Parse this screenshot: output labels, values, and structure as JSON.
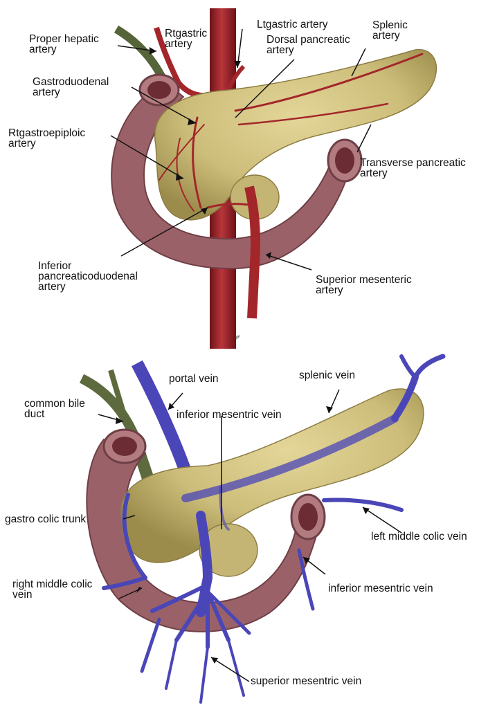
{
  "top_panel": {
    "labels": {
      "proper_hepatic": "Proper hepatic\nartery",
      "rt_gastric": "Rtgastric\nartery",
      "lt_gastric": "Ltgastric artery",
      "dorsal_pancreatic": "Dorsal pancreatic\nartery",
      "splenic_artery": "Splenic\nartery",
      "gastroduodenal": "Gastroduodenal\nartery",
      "rt_gastroepiploic": "Rtgastroepiploic\nartery",
      "transverse_pancreatic": "Transverse pancreatic\nartery",
      "inferior_pancreaticoduodenal": "Inferior\npancreaticoduodenal\nartery",
      "superior_mesenteric_artery": "Superior mesenteric\nartery"
    }
  },
  "bottom_panel": {
    "labels": {
      "portal_vein": "portal vein",
      "common_bile_duct": "common bile\nduct",
      "splenic_vein": "splenic vein",
      "inferior_mesentric_vein_top": "inferior mesentric vein",
      "gastro_colic_trunk": "gastro colic trunk",
      "left_middle_colic_vein": "left middle colic vein",
      "right_middle_colic_vein": "right middle colic\nvein",
      "inferior_mesentric_vein_bottom": "inferior mesentric vein",
      "superior_mesentric_vein": "superior mesentric vein"
    }
  },
  "colors": {
    "pancreas": "#cdbd7a",
    "duodenum": "#9a6268",
    "artery": "#a3262a",
    "vein": "#4a46b8",
    "bile_duct": "#5c6a3e"
  }
}
